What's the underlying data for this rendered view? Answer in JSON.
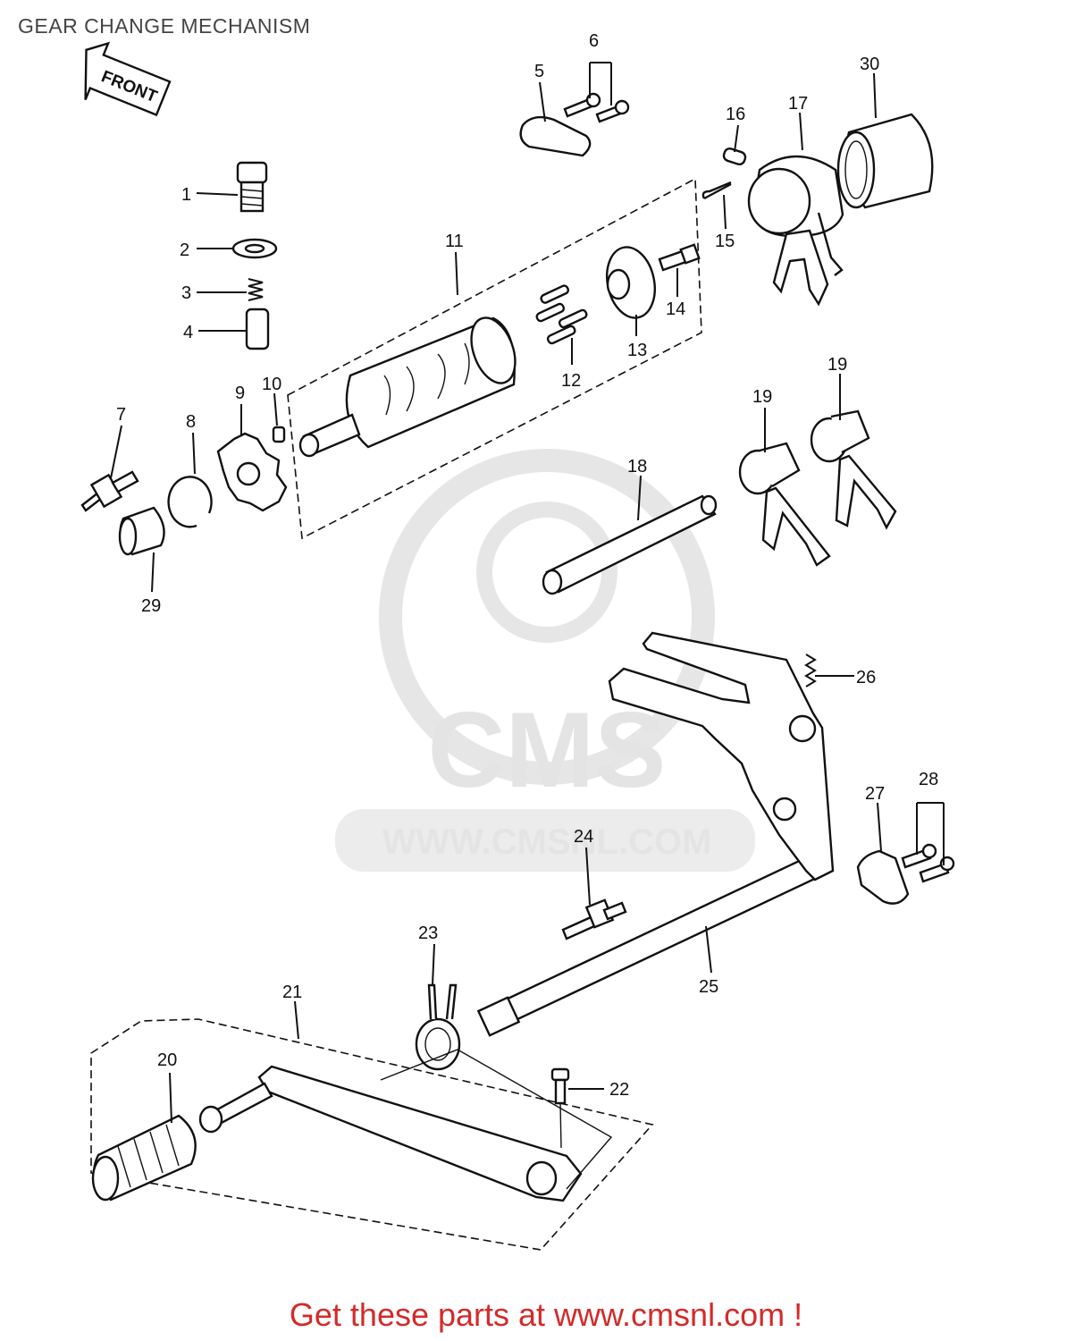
{
  "title": "GEAR CHANGE MECHANISM",
  "front_arrow_label": "FRONT",
  "footer_text": "Get these parts at www.cmsnl.com !",
  "watermark": {
    "brand": "CMS",
    "url": "WWW.CMSNL.COM"
  },
  "callouts": {
    "1": "1",
    "2": "2",
    "3": "3",
    "4": "4",
    "5": "5",
    "6": "6",
    "7": "7",
    "8": "8",
    "9": "9",
    "10": "10",
    "11": "11",
    "12": "12",
    "13": "13",
    "14": "14",
    "15": "15",
    "16": "16",
    "17": "17",
    "18": "18",
    "19a": "19",
    "19b": "19",
    "20": "20",
    "21": "21",
    "22": "22",
    "23": "23",
    "24": "24",
    "25": "25",
    "26": "26",
    "27": "27",
    "28": "28",
    "29": "29",
    "30": "30"
  },
  "colors": {
    "footer": "#d42a2a",
    "title": "#444444",
    "watermark": "#e4e4e4"
  }
}
